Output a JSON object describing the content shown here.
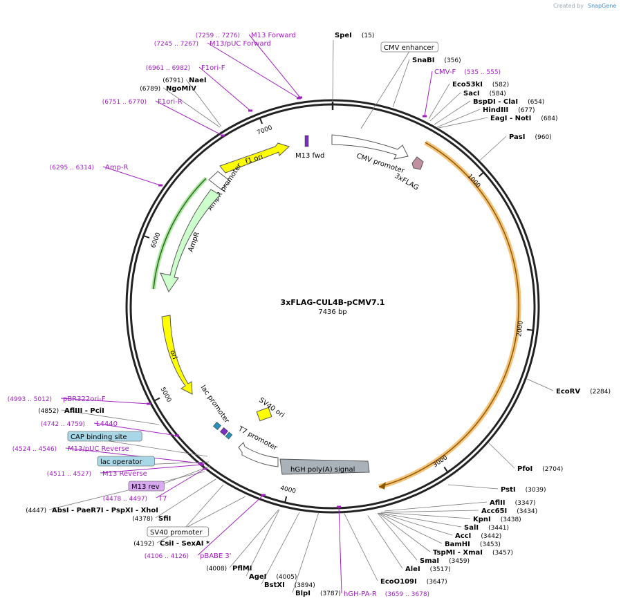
{
  "credit": {
    "created_by": "Created by",
    "brand": "SnapGene"
  },
  "plasmid": {
    "name": "3xFLAG-CUL4B-pCMV7.1",
    "size": "7436 bp",
    "length": 7436
  },
  "ticks": [
    "1000",
    "2000",
    "3000",
    "4000",
    "5000",
    "6000",
    "7000"
  ],
  "enzymes": [
    {
      "name": "SpeI",
      "pos": "(15)"
    },
    {
      "name": "SnaBI",
      "pos": "(356)"
    },
    {
      "name": "Eco53kI",
      "pos": "(582)"
    },
    {
      "name": "SacI",
      "pos": "(584)"
    },
    {
      "name": "BspDI  - ClaI",
      "pos": "(654)"
    },
    {
      "name": "HindIII",
      "pos": "(677)"
    },
    {
      "name": "EagI  - NotI",
      "pos": "(684)"
    },
    {
      "name": "PasI",
      "pos": "(960)"
    },
    {
      "name": "EcoRV",
      "pos": "(2284)"
    },
    {
      "name": "PfoI",
      "pos": "(2704)"
    },
    {
      "name": "PstI",
      "pos": "(3039)"
    },
    {
      "name": "AflII",
      "pos": "(3347)"
    },
    {
      "name": "Acc65I",
      "pos": "(3434)"
    },
    {
      "name": "KpnI",
      "pos": "(3438)"
    },
    {
      "name": "SalI",
      "pos": "(3441)"
    },
    {
      "name": "AccI",
      "pos": "(3442)"
    },
    {
      "name": "BamHI",
      "pos": "(3453)"
    },
    {
      "name": "TspMI  - XmaI",
      "pos": "(3457)"
    },
    {
      "name": "SmaI",
      "pos": "(3459)"
    },
    {
      "name": "AleI",
      "pos": "(3517)"
    },
    {
      "name": "EcoO109I",
      "pos": "(3647)"
    },
    {
      "name": "BlpI",
      "pos": "(3787)"
    },
    {
      "name": "BstXI",
      "pos": "(3894)"
    },
    {
      "name": "AgeI",
      "pos": "(4005)"
    },
    {
      "name": "PflMI",
      "pos": "(4008)"
    },
    {
      "name": "CsiI  - SexAI  *",
      "pos": "(4192)"
    },
    {
      "name": "SfiI",
      "pos": "(4378)"
    },
    {
      "name": "AbsI  - PaeR7I  - PspXI  - XhoI",
      "pos": "(4447)"
    },
    {
      "name": "AflIII  - PciI",
      "pos": "(4852)"
    },
    {
      "name": "NgoMIV",
      "pos": "(6789)"
    },
    {
      "name": "NaeI",
      "pos": "(6791)"
    }
  ],
  "primers": [
    {
      "name": "M13 Forward",
      "pos": "(7259 .. 7276)"
    },
    {
      "name": "M13/pUC Forward",
      "pos": "(7245 .. 7267)"
    },
    {
      "name": "F1ori-F",
      "pos": "(6961 .. 6982)"
    },
    {
      "name": "F1ori-R",
      "pos": "(6751 .. 6770)"
    },
    {
      "name": "Amp-R",
      "pos": "(6295 .. 6314)"
    },
    {
      "name": "CMV-F",
      "pos": "(535 .. 555)"
    },
    {
      "name": "pBR322ori-F",
      "pos": "(4993 .. 5012)"
    },
    {
      "name": "L4440",
      "pos": "(4742 .. 4759)"
    },
    {
      "name": "M13/pUC Reverse",
      "pos": "(4524 .. 4546)"
    },
    {
      "name": "M13 Reverse",
      "pos": "(4511 .. 4527)"
    },
    {
      "name": "T7",
      "pos": "(4478 .. 4497)"
    },
    {
      "name": "pBABE 3'",
      "pos": "(4106 .. 4126)"
    },
    {
      "name": "hGH-PA-R",
      "pos": "(3659 .. 3678)"
    }
  ],
  "boxed_features": [
    "CMV enhancer",
    "CAP binding site",
    "lac operator",
    "M13 rev",
    "SV40 promoter"
  ],
  "features": {
    "f1_ori": "f1 ori",
    "m13_fwd": "M13 fwd",
    "cmv_promoter": "CMV promoter",
    "flag": "3xFLAG",
    "ampr_promoter": "AmpR promoter",
    "ampr": "AmpR",
    "ori": "ori",
    "lac_promoter": "lac promoter",
    "sv40_ori": "SV40 ori",
    "t7_promoter": "T7 promoter",
    "hgh": "hGH poly(A) signal"
  },
  "colors": {
    "ring": "#222222",
    "primer": "#a020c0",
    "ori": "#ffff00",
    "ampr": "#ccffcc",
    "cul4b": "#f5a623",
    "enzyme_line": "#555555"
  }
}
